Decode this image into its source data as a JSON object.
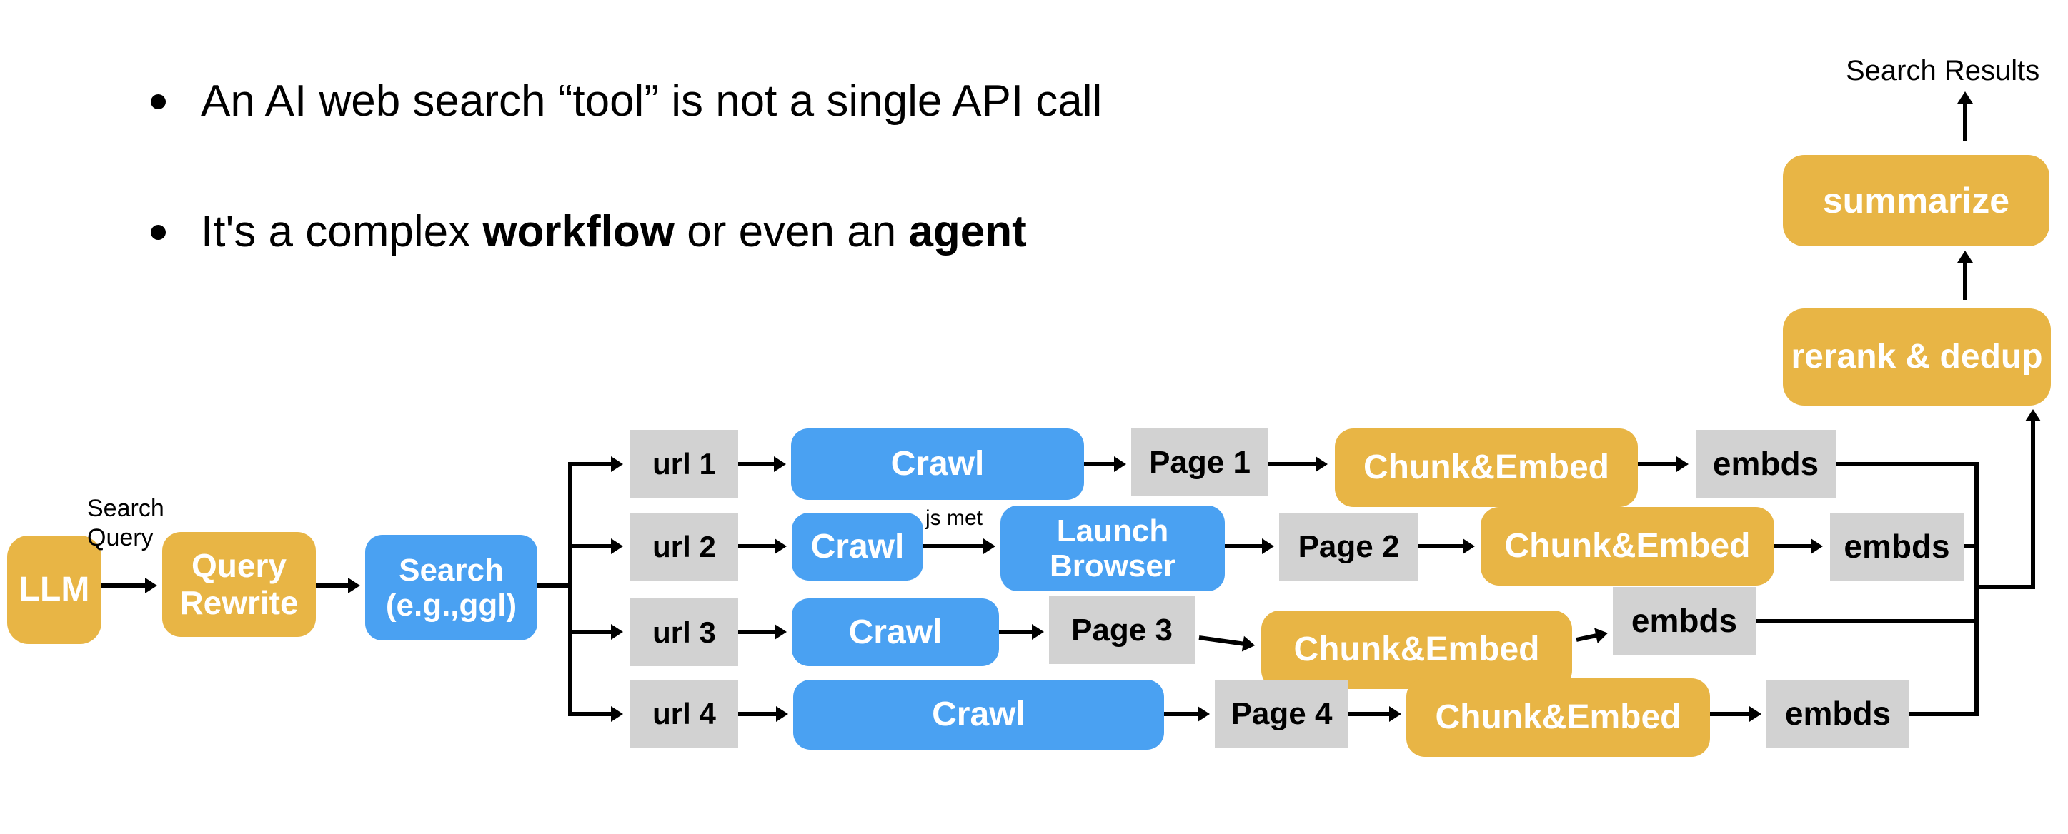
{
  "slide": {
    "bullet1": "An AI web search “tool” is not a single API call",
    "bullet2": {
      "seg1": "It's a complex ",
      "seg2": "workflow",
      "seg3": " or even an ",
      "seg4": "agent"
    }
  },
  "input_chain": {
    "llm": "LLM",
    "edge_label_line1": "Search",
    "edge_label_line2": "Query",
    "query_rewrite_line1": "Query",
    "query_rewrite_line2": "Rewrite",
    "search_line1": "Search",
    "search_line2": "(e.g.,ggl)"
  },
  "rows": [
    {
      "url": "url 1",
      "crawl": "Crawl",
      "page": "Page 1",
      "chunk": "Chunk&Embed",
      "embeds": "embds"
    },
    {
      "url": "url 2",
      "crawl": "Crawl",
      "js_label": "js met",
      "launch_line1": "Launch",
      "launch_line2": "Browser",
      "page": "Page 2",
      "chunk": "Chunk&Embed",
      "embeds": "embds"
    },
    {
      "url": "url 3",
      "crawl": "Crawl",
      "page": "Page 3",
      "chunk": "Chunk&Embed",
      "embeds": "embds"
    },
    {
      "url": "url 4",
      "crawl": "Crawl",
      "page": "Page 4",
      "chunk": "Chunk&Embed",
      "embeds": "embds"
    }
  ],
  "output": {
    "label": "Search Results",
    "summarize": "summarize",
    "rerank": "rerank & dedup"
  },
  "colors": {
    "yellow": "#E8B545",
    "blue": "#4AA1F2",
    "gray": "#D2D2D2",
    "ink": "#000000",
    "boxtext": "#FFFFFF"
  }
}
